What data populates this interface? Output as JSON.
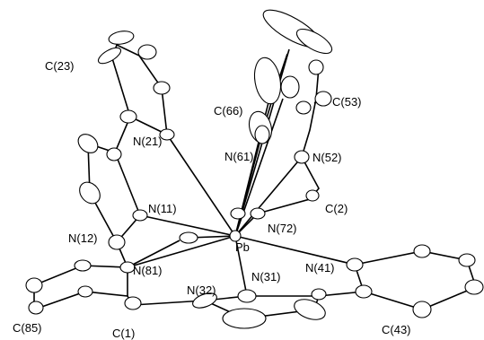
{
  "figure": {
    "atom_labels": {
      "C23": "C(23)",
      "C66": "C(66)",
      "C53": "C(53)",
      "N21": "N(21)",
      "N61": "N(61)",
      "N52": "N(52)",
      "N11": "N(11)",
      "C2": "C(2)",
      "N72": "N(72)",
      "N12": "N(12)",
      "Pb": "Pb",
      "N41": "N(41)",
      "N81": "N(81)",
      "N32": "N(32)",
      "N31": "N(31)",
      "C85": "C(85)",
      "C1": "C(1)",
      "C43": "C(43)"
    }
  }
}
